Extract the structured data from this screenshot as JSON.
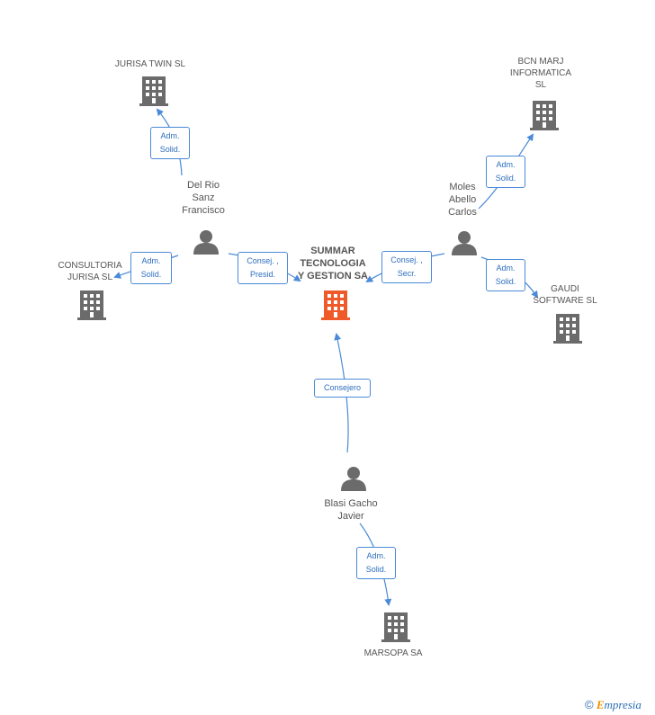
{
  "colors": {
    "edge": "#4a8ad8",
    "icon": "#6b6b6b",
    "main_icon": "#ee5a2a"
  },
  "nodes": {
    "main": {
      "lines": [
        "SUMMAR",
        "TECNOLOGIA",
        "Y GESTION SA"
      ],
      "kind": "main-company"
    },
    "jurisa_twin": {
      "lines": [
        "JURISA TWIN SL"
      ],
      "kind": "company"
    },
    "bcn": {
      "lines": [
        "BCN MARJ",
        "INFORMATICA",
        "SL"
      ],
      "kind": "company"
    },
    "consultoria": {
      "lines": [
        "CONSULTORIA",
        "JURISA SL"
      ],
      "kind": "company"
    },
    "gaudi": {
      "lines": [
        "GAUDI",
        "SOFTWARE SL"
      ],
      "kind": "company"
    },
    "marsopa": {
      "lines": [
        "MARSOPA SA"
      ],
      "kind": "company"
    },
    "delrio": {
      "lines": [
        "Del Rio",
        "Sanz",
        "Francisco"
      ],
      "kind": "person"
    },
    "moles": {
      "lines": [
        "Moles",
        "Abello",
        "Carlos"
      ],
      "kind": "person"
    },
    "blasi": {
      "lines": [
        "Blasi Gacho",
        "Javier"
      ],
      "kind": "person"
    }
  },
  "edges": {
    "delrio_jurisatwin": [
      "Adm.",
      "Solid."
    ],
    "delrio_consultoria": [
      "Adm.",
      "Solid."
    ],
    "delrio_main": [
      "Consej. ,",
      "Presid."
    ],
    "moles_bcn": [
      "Adm.",
      "Solid."
    ],
    "moles_main": [
      "Consej. ,",
      "Secr."
    ],
    "moles_gaudi": [
      "Adm.",
      "Solid."
    ],
    "blasi_main": [
      "Consejero"
    ],
    "blasi_marsopa": [
      "Adm.",
      "Solid."
    ]
  },
  "footer": {
    "copyright_symbol": "©",
    "brand_first": "E",
    "brand_rest": "mpresia"
  }
}
